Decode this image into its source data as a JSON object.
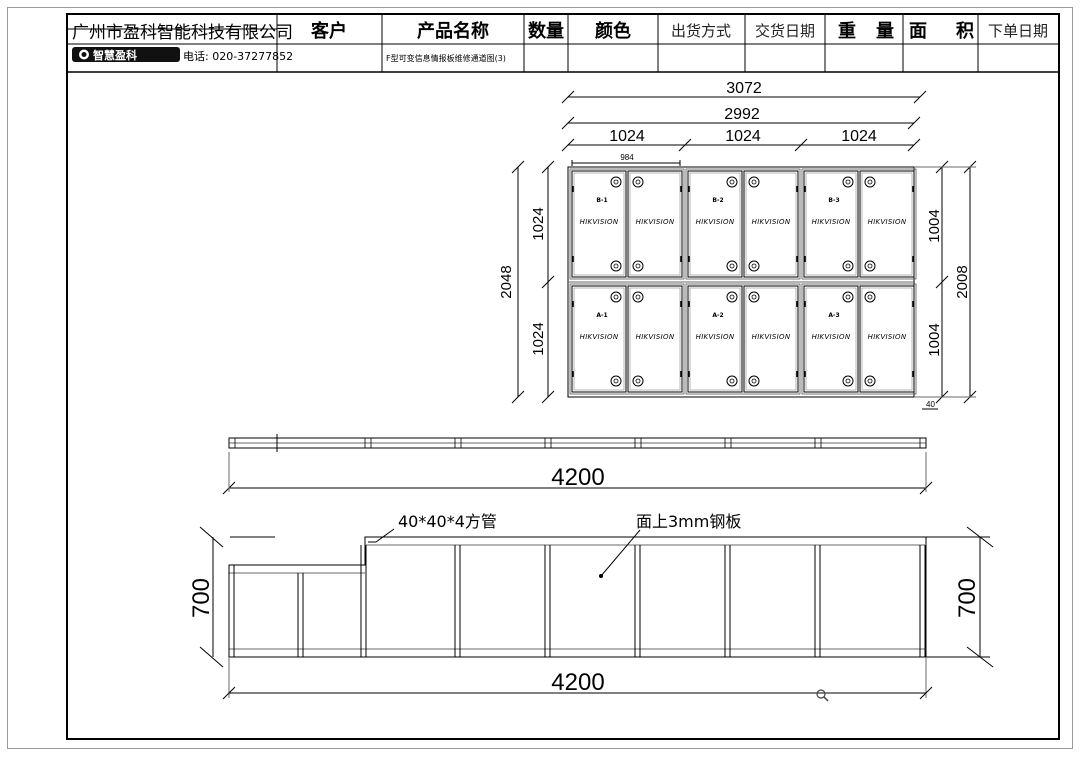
{
  "title_block": {
    "company": "广州市盈科智能科技有限公司",
    "logo_text": "智慧盈科",
    "phone": "电话: 020-37277852",
    "headers": {
      "customer": "客户",
      "product_name": "产品名称",
      "quantity": "数量",
      "color": "颜色",
      "shipping": "出货方式",
      "delivery_date": "交货日期",
      "weight_a": "重",
      "weight_b": "量",
      "area_a": "面",
      "area_b": "积",
      "order_date": "下单日期"
    },
    "product_value": "F型可变信息情报板维修通道图(3)"
  },
  "front_view": {
    "dim_total_width": "3072",
    "dim_inner_width": "2992",
    "dim_col_1": "1024",
    "dim_col_2": "1024",
    "dim_col_3": "1024",
    "dim_door_width": "984",
    "dim_row_left_top": "1024",
    "dim_row_left_bottom": "1024",
    "dim_total_height_left": "2048",
    "dim_row_right_top": "1004",
    "dim_row_right_bottom": "1004",
    "dim_total_height_right": "2008",
    "dim_gap": "40",
    "brand": "HIKVISION",
    "cabinet_labels": [
      "B-1",
      "B-2",
      "B-3",
      "A-1",
      "A-2",
      "A-3"
    ]
  },
  "top_view": {
    "dim_length": "4200"
  },
  "side_view": {
    "note_tube": "40*40*4方管",
    "note_plate": "面上3mm钢板",
    "dim_length": "4200",
    "dim_height_left": "700",
    "dim_height_right": "700"
  },
  "viewer": {
    "zoom_icon": "magnifier-icon"
  }
}
